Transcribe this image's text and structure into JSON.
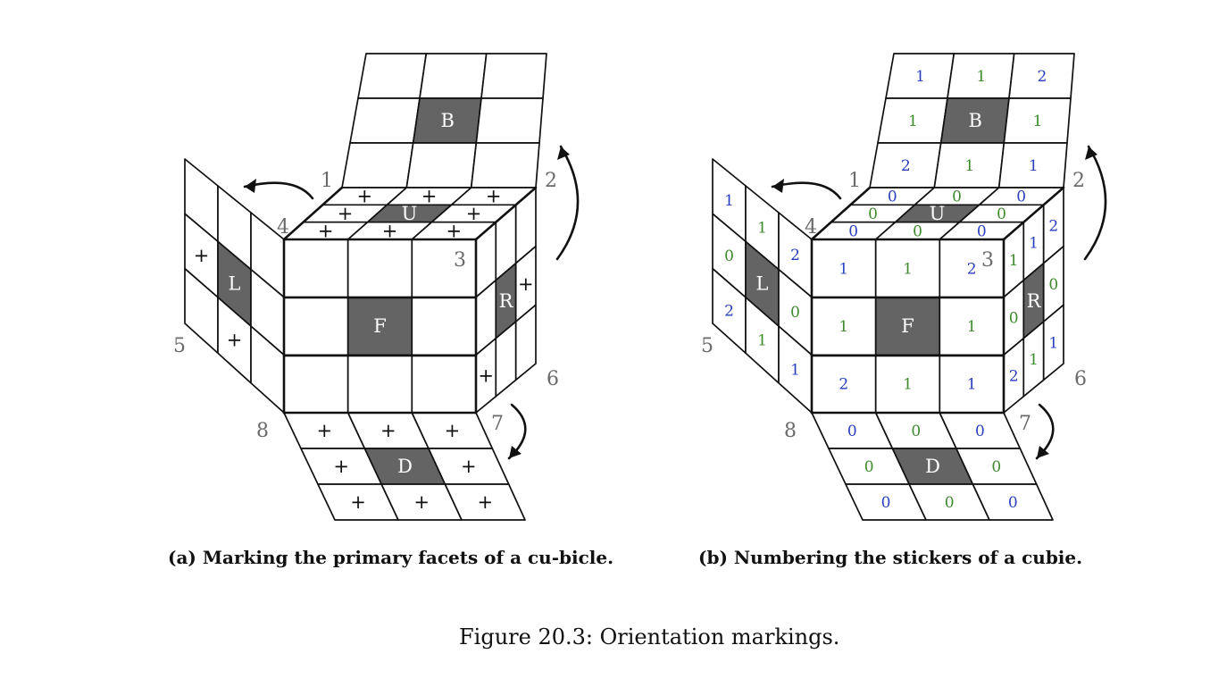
{
  "faces": {
    "B": "B",
    "U": "U",
    "L": "L",
    "F": "F",
    "R": "R",
    "D": "D"
  },
  "corners": [
    "1",
    "2",
    "3",
    "4",
    "5",
    "6",
    "7",
    "8"
  ],
  "panels": [
    {
      "id": "a",
      "caption": "(a) Marking the primary facets of a cu-bicle.",
      "marks": {
        "B": [
          "",
          "",
          "",
          "",
          "",
          "",
          "",
          "",
          ""
        ],
        "U": [
          "+",
          "+",
          "+",
          "+",
          "",
          "+",
          "+",
          "+",
          "+"
        ],
        "F": [
          "",
          "",
          "",
          "",
          "",
          "",
          "",
          "",
          ""
        ],
        "L": [
          "",
          "",
          "",
          "+",
          "",
          "",
          "",
          "+",
          ""
        ],
        "R": [
          "",
          "",
          "",
          "",
          "",
          "+",
          "+",
          "",
          ""
        ],
        "D": [
          "+",
          "+",
          "+",
          "+",
          "",
          "+",
          "+",
          "+",
          "+"
        ]
      }
    },
    {
      "id": "b",
      "caption": "(b) Numbering the stickers of a cubie.",
      "marks": {
        "B": [
          "1",
          "1",
          "2",
          "1",
          "",
          "1",
          "2",
          "1",
          "1"
        ],
        "U": [
          "0",
          "0",
          "0",
          "0",
          "",
          "0",
          "0",
          "0",
          "0"
        ],
        "F": [
          "1",
          "1",
          "2",
          "1",
          "",
          "1",
          "2",
          "1",
          "1"
        ],
        "L": [
          "1",
          "1",
          "2",
          "0",
          "",
          "0",
          "2",
          "1",
          "1"
        ],
        "R": [
          "1",
          "1",
          "2",
          "0",
          "",
          "0",
          "2",
          "1",
          "1"
        ],
        "D": [
          "0",
          "0",
          "0",
          "0",
          "",
          "0",
          "0",
          "0",
          "0"
        ]
      }
    }
  ],
  "figure_caption": "Figure 20.3: Orientation markings.",
  "colors": {
    "blue": "#2a3fbf",
    "green": "#3d8a2c",
    "dark_facelet": "#646464",
    "corner_label": "#6a6a6a"
  }
}
